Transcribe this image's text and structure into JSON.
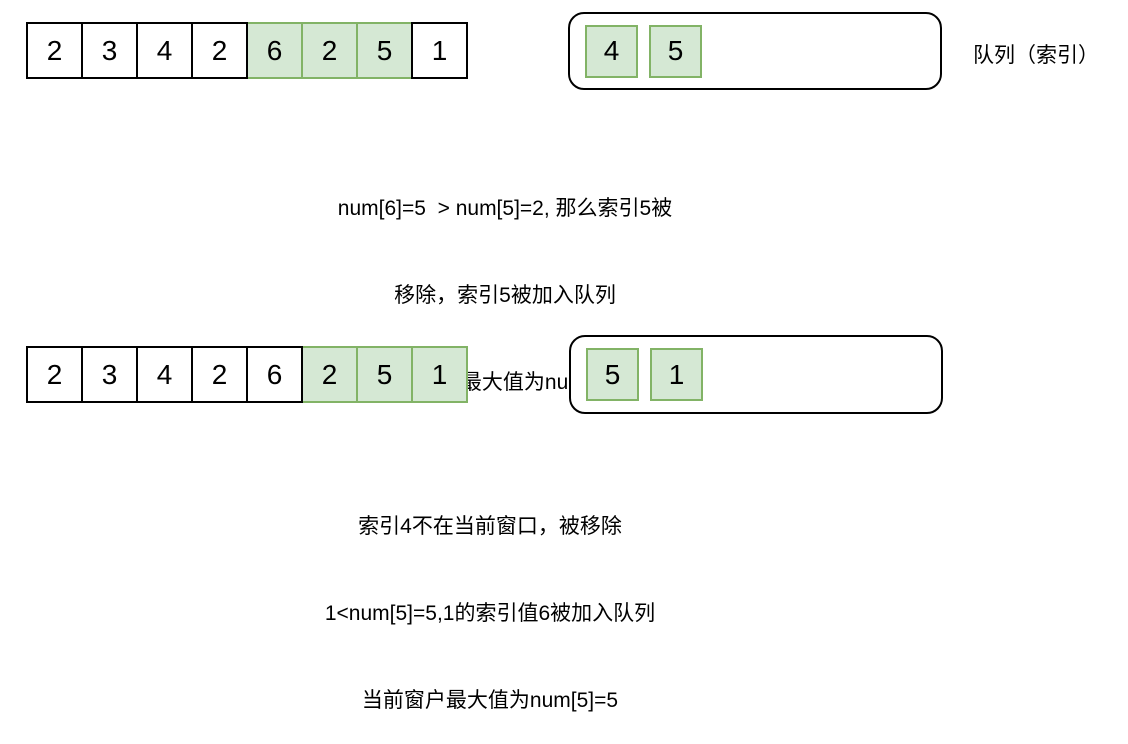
{
  "colors": {
    "green_fill": "#d5e8d4",
    "green_stroke": "#82b366",
    "outline": "#000000"
  },
  "queue_label": "队列（索引）",
  "steps": [
    {
      "array_cells": [
        {
          "v": "2",
          "hl": false
        },
        {
          "v": "3",
          "hl": false
        },
        {
          "v": "4",
          "hl": false
        },
        {
          "v": "2",
          "hl": false
        },
        {
          "v": "6",
          "hl": true
        },
        {
          "v": "2",
          "hl": true
        },
        {
          "v": "5",
          "hl": true
        },
        {
          "v": "1",
          "hl": false
        }
      ],
      "queue_items": [
        "4",
        "5"
      ],
      "caption_lines": [
        "num[6]=5  > num[5]=2, 那么索引5被",
        "移除，索引5被加入队列",
        "当前窗口最大值为num[4]=6"
      ]
    },
    {
      "array_cells": [
        {
          "v": "2",
          "hl": false
        },
        {
          "v": "3",
          "hl": false
        },
        {
          "v": "4",
          "hl": false
        },
        {
          "v": "2",
          "hl": false
        },
        {
          "v": "6",
          "hl": false
        },
        {
          "v": "2",
          "hl": true
        },
        {
          "v": "5",
          "hl": true
        },
        {
          "v": "1",
          "hl": true
        }
      ],
      "queue_items": [
        "5",
        "1"
      ],
      "caption_lines": [
        "索引4不在当前窗口，被移除",
        "1<num[5]=5,1的索引值6被加入队列",
        "当前窗户最大值为num[5]=5"
      ]
    }
  ]
}
